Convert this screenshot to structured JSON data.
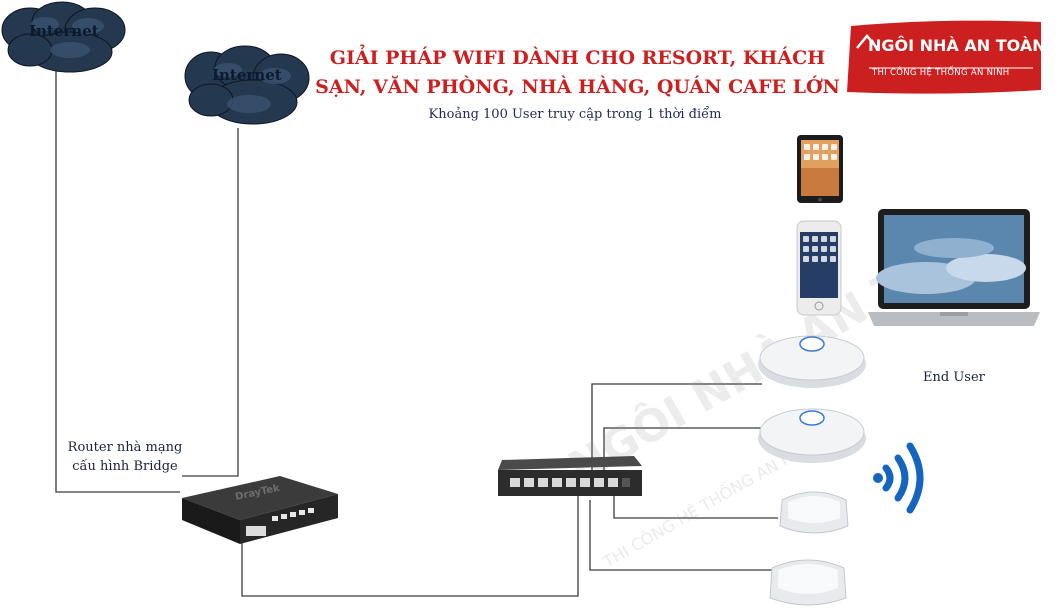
{
  "title_line1": "GIẢI PHÁP WIFI DÀNH CHO RESORT, KHÁCH",
  "title_line2": "SẠN, VĂN PHÒNG, NHÀ HÀNG, QUÁN CAFE LỚN",
  "subtitle": "Khoảng 100 User truy cập trong 1 thời điểm",
  "internet_label_1": "Internet",
  "internet_label_2": "Internet",
  "router_label_line1": "Router nhà mạng",
  "router_label_line2": "cấu hình Bridge",
  "end_user_label": "End User",
  "logo_brand": "NGÔI NHÀ AN TOÀN",
  "logo_tagline": "THI CÔNG HỆ THỐNG AN NINH",
  "router_brand": "DrayTek",
  "switch_brand": "",
  "watermark_main": "NGÔI NHÀ AN TOÀN",
  "watermark_sub": "THI CÔNG HỆ THỐNG AN NINH",
  "colors": {
    "title": "#cc1f1f",
    "logo_bg": "#cc1f1f",
    "cloud": "#24384f",
    "line": "#333333",
    "wifi": "#1565c0"
  },
  "icons": [
    "cloud-icon",
    "router-icon",
    "switch-icon",
    "access-point-icon",
    "tablet-icon",
    "smartphone-icon",
    "laptop-icon",
    "wifi-signal-icon"
  ]
}
